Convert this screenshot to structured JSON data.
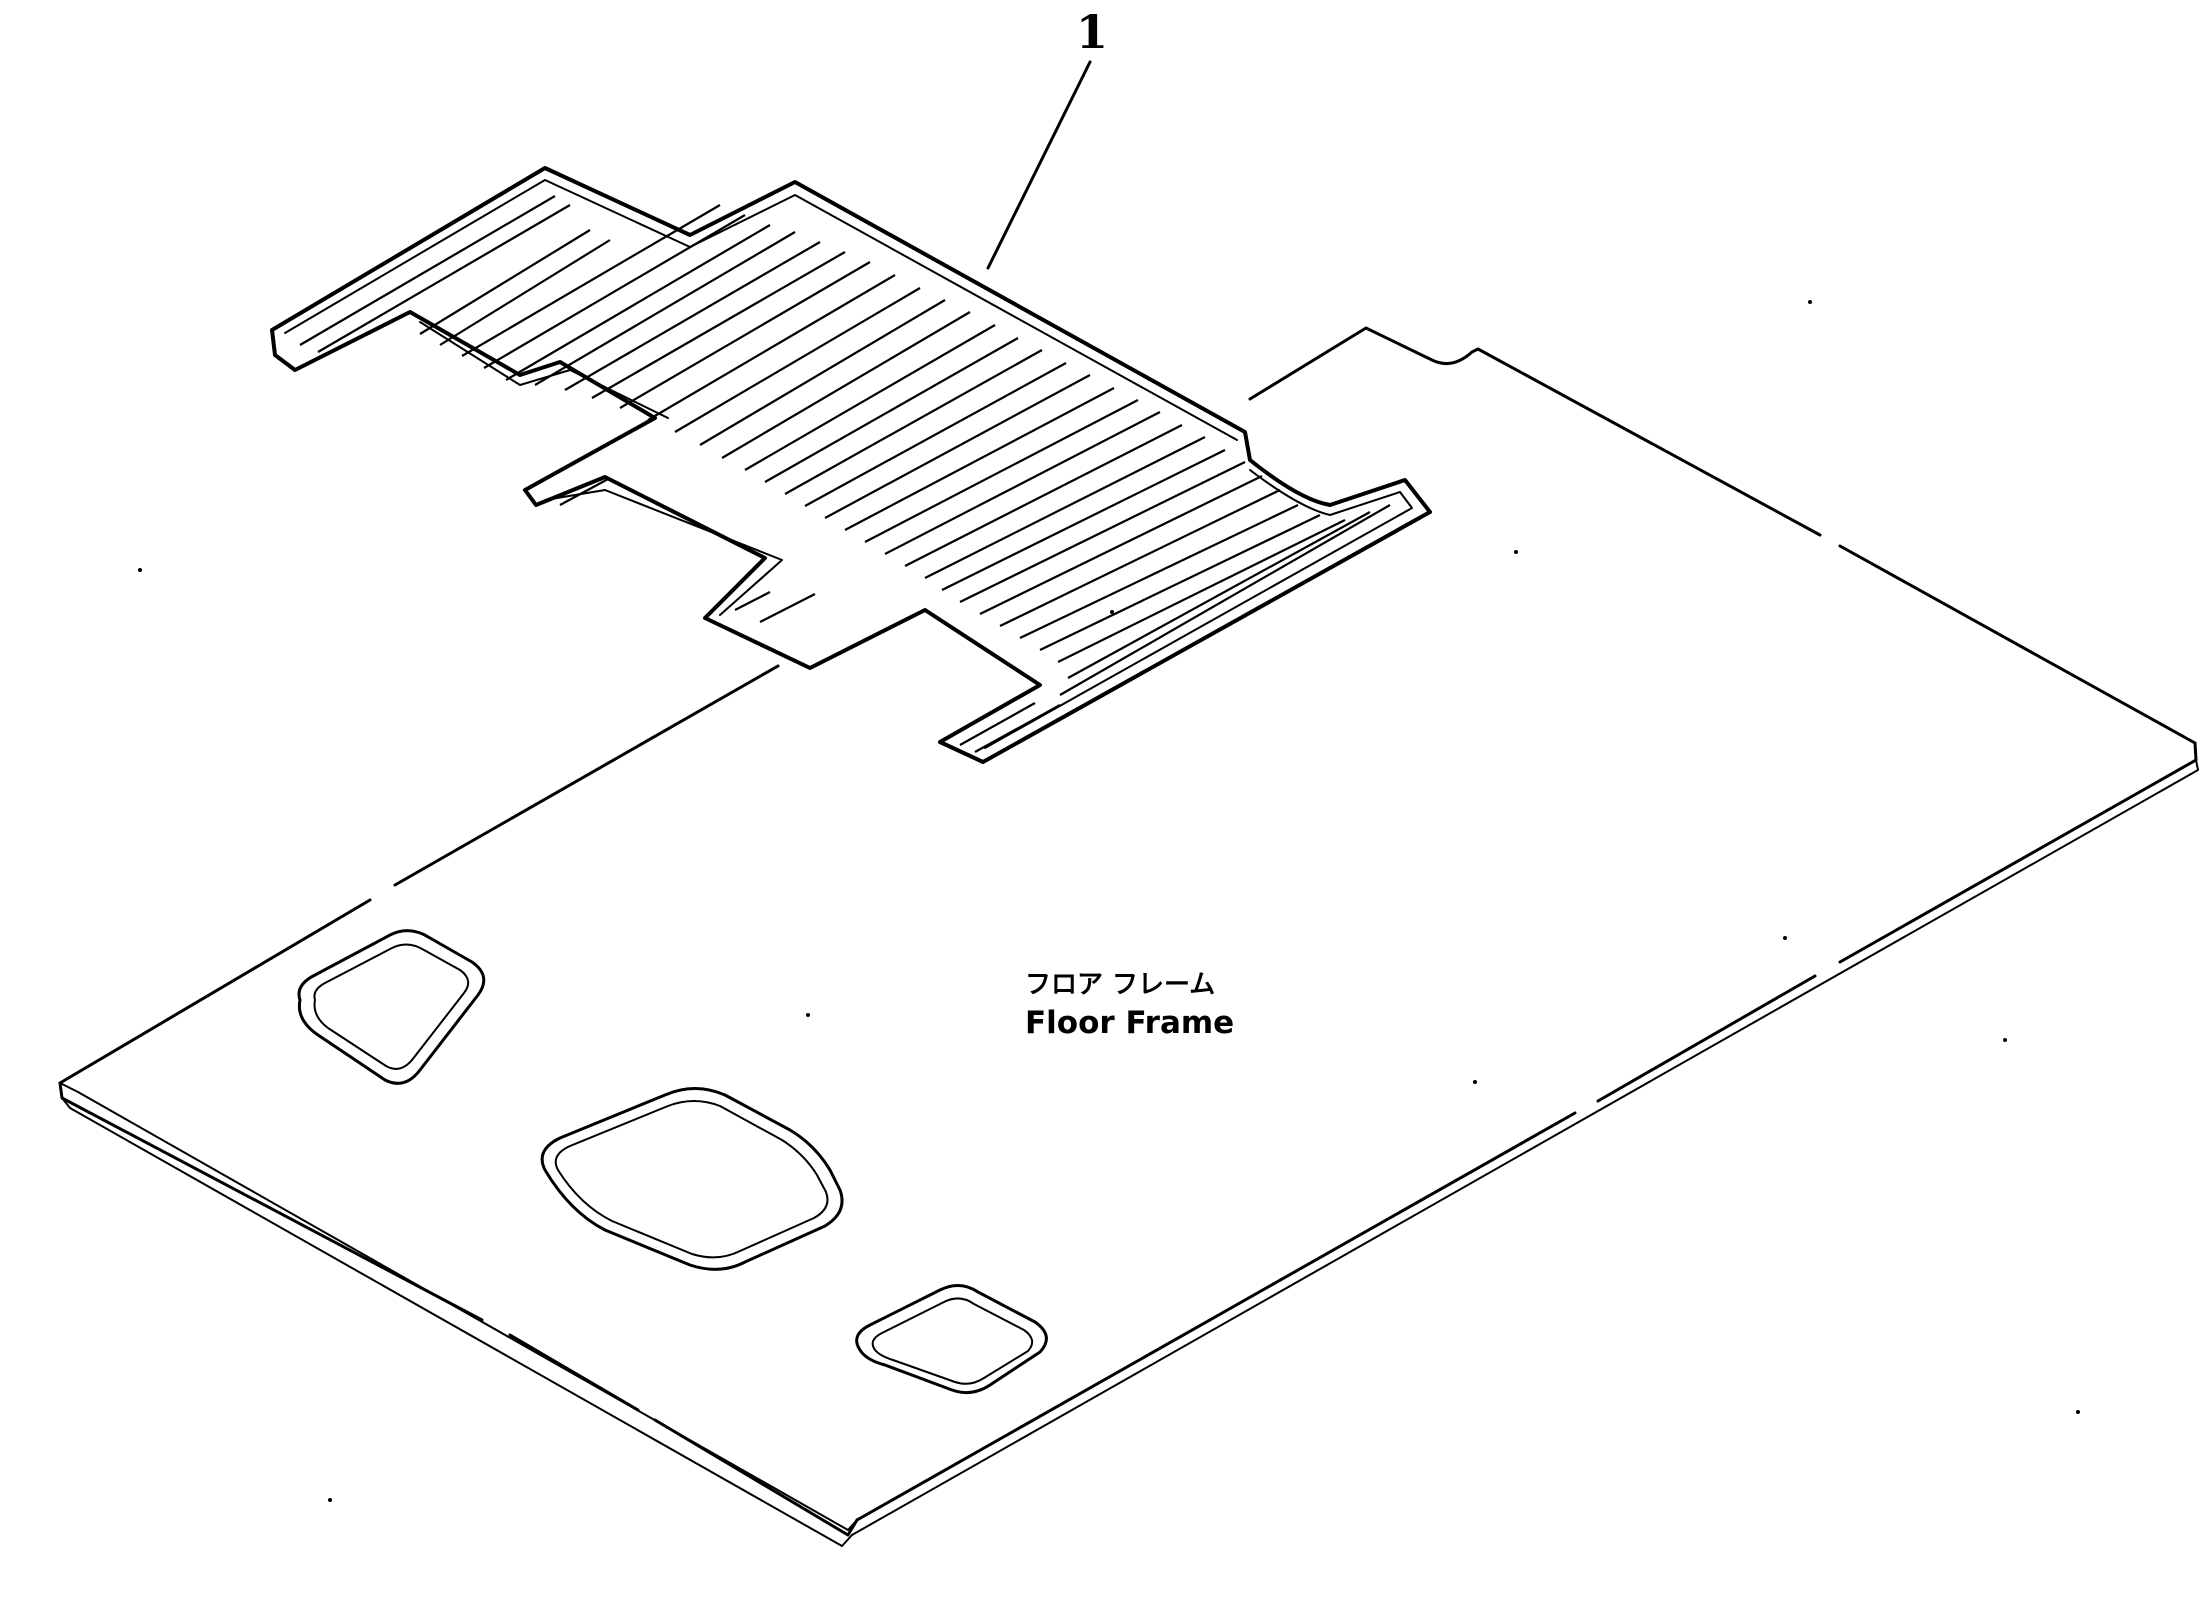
{
  "diagram": {
    "callout_number": "1",
    "part_label_jp": "フロア フレーム",
    "part_label_en": "Floor Frame"
  },
  "colors": {
    "line": "#000000",
    "background": "#ffffff"
  }
}
